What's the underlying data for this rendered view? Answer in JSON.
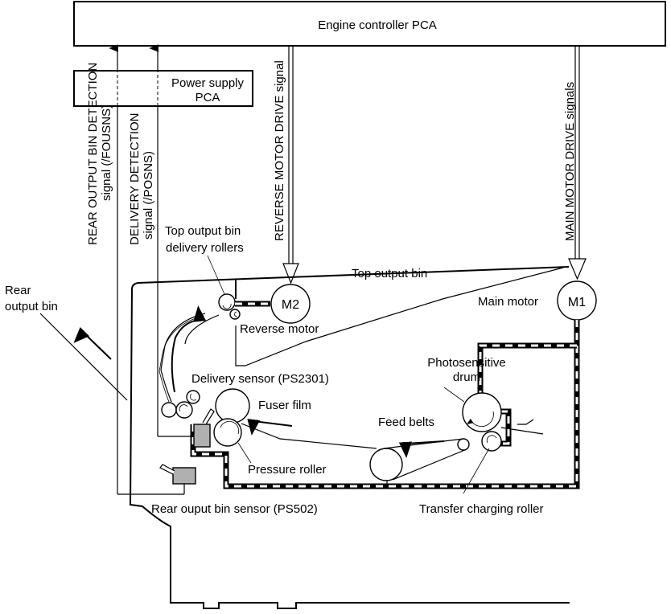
{
  "diagram": {
    "boxes": {
      "engine_controller": "Engine controller PCA",
      "power_supply_line1": "Power supply",
      "power_supply_line2": "PCA"
    },
    "signals": {
      "rear_output_bin_detection_line1": "REAR OUTPUT BIN DETECTION",
      "rear_output_bin_detection_line2": "signal (/FOUSNS)",
      "delivery_detection_line1": "DELIVERY DETECTION",
      "delivery_detection_line2": "signal (/POSNS)",
      "reverse_motor_drive": "REVERSE MOTOR DRIVE",
      "reverse_motor_drive_suffix": " signal",
      "main_motor_drive": "MAIN MOTOR DRIVE",
      "main_motor_drive_suffix": " signals"
    },
    "components": {
      "top_output_bin_delivery_rollers_line1": "Top output bin",
      "top_output_bin_delivery_rollers_line2": "delivery rollers",
      "top_output_bin": "Top output bin",
      "reverse_motor_id": "M2",
      "reverse_motor": "Reverse motor",
      "main_motor_id": "M1",
      "main_motor": "Main motor",
      "rear_output_bin_line1": "Rear",
      "rear_output_bin_line2": "output bin",
      "delivery_sensor": "Delivery sensor (PS2301)",
      "fuser_film": "Fuser film",
      "pressure_roller": "Pressure roller",
      "photosensitive_drum_line1": "Photosensitive",
      "photosensitive_drum_line2": "drum",
      "feed_belts": "Feed belts",
      "transfer_charging_roller": "Transfer charging roller",
      "rear_output_bin_sensor": "Rear ouput bin sensor (PS502)"
    }
  }
}
